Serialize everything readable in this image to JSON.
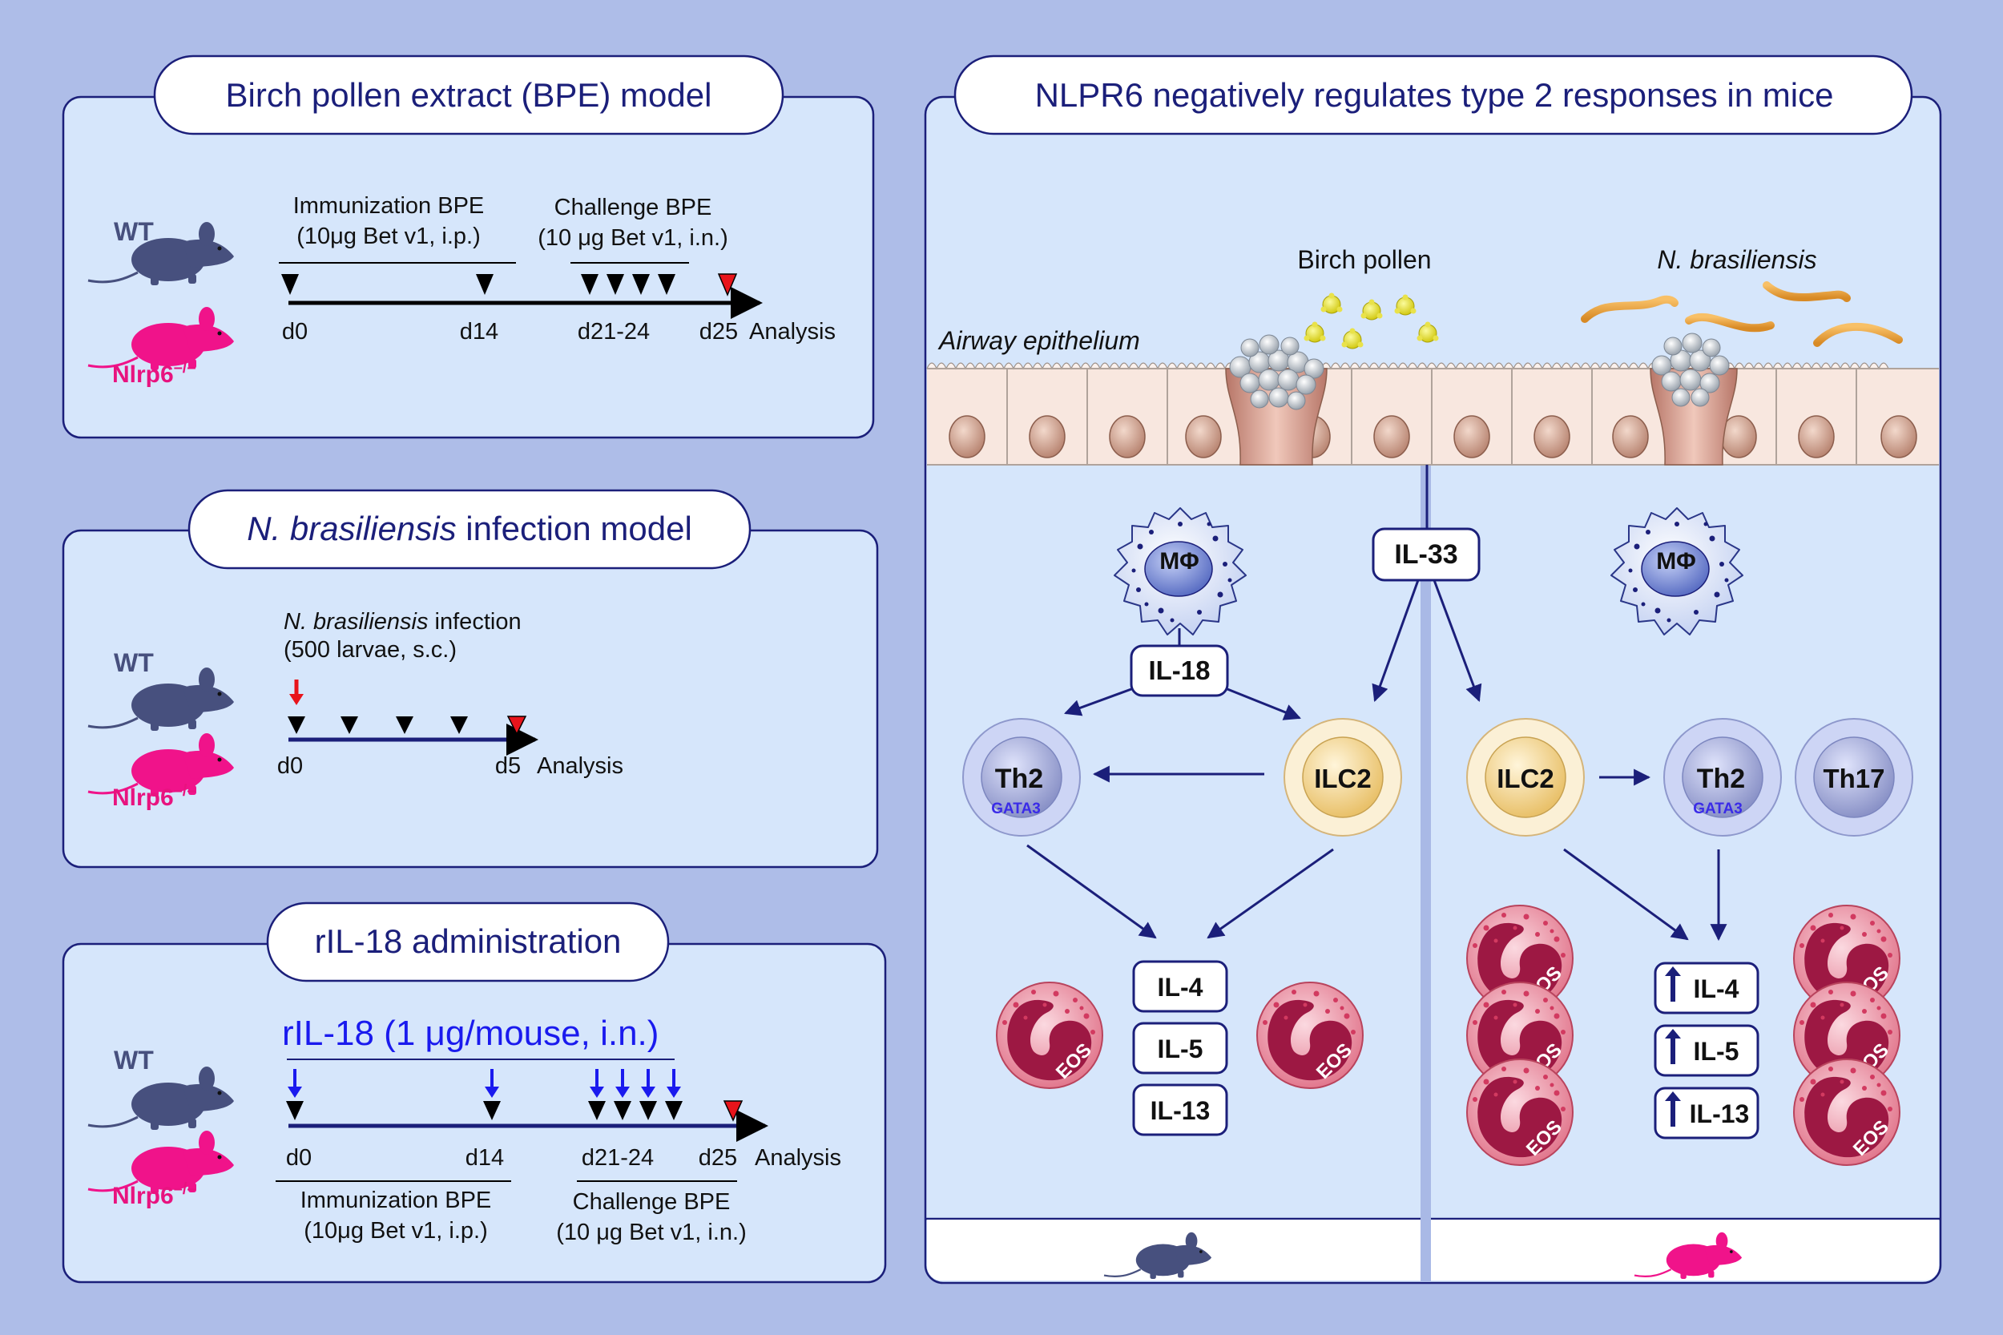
{
  "colors": {
    "background": "#aebde8",
    "panel_fill": "#d6e6fb",
    "navy": "#1b1f7a",
    "wt_mouse": "#47507e",
    "ko_mouse": "#f0138a",
    "ko_label": "#e8137f",
    "highlight_blue": "#1a1aee",
    "red_marker": "#e8141b"
  },
  "panel_bpe": {
    "title": "Birch pollen extract (BPE) model",
    "wt_label": "WT",
    "ko_label": "Nlrp6",
    "ko_sup": "–/–",
    "immunization_line1": "Immunization BPE",
    "immunization_line2": "(10μg Bet v1, i.p.)",
    "challenge_line1": "Challenge BPE",
    "challenge_line2": "(10 μg Bet v1, i.n.)",
    "ticks": [
      "d0",
      "d14",
      "d21-24",
      "d25"
    ],
    "analysis": "Analysis"
  },
  "panel_nb": {
    "title_italic": "N. brasiliensis",
    "title_rest": " infection model",
    "wt_label": "WT",
    "ko_label": "Nlrp6",
    "ko_sup": "–/–",
    "infection_italic": "N. brasiliensis",
    "infection_rest": " infection",
    "infection_line2": "(500 larvae, s.c.)",
    "ticks": [
      "d0",
      "d5"
    ],
    "analysis": "Analysis"
  },
  "panel_ril18": {
    "title": "rIL-18 administration",
    "wt_label": "WT",
    "ko_label": "Nlrp6",
    "ko_sup": "–/–",
    "dose": "rIL-18 (1 μg/mouse, i.n.)",
    "ticks": [
      "d0",
      "d14",
      "d21-24",
      "d25"
    ],
    "analysis": "Analysis",
    "immunization_line1": "Immunization BPE",
    "immunization_line2": "(10μg Bet v1, i.p.)",
    "challenge_line1": "Challenge BPE",
    "challenge_line2": "(10 μg Bet v1, i.n.)"
  },
  "panel_main": {
    "title": "NLPR6 negatively regulates type 2 responses in mice",
    "birch_pollen": "Birch pollen",
    "nb_label": "N. brasiliensis",
    "airway_epithelium": "Airway epithelium",
    "il33": "IL-33",
    "il18": "IL-18",
    "macrophage": "MΦ",
    "th2": "Th2",
    "gata3": "GATA3",
    "ilc2": "ILC2",
    "th17": "Th17",
    "eos": "EOS",
    "left_cytokines": [
      "IL-4",
      "IL-5",
      "IL-13"
    ],
    "right_cytokines": [
      "IL-4",
      "IL-5",
      "IL-13"
    ]
  }
}
